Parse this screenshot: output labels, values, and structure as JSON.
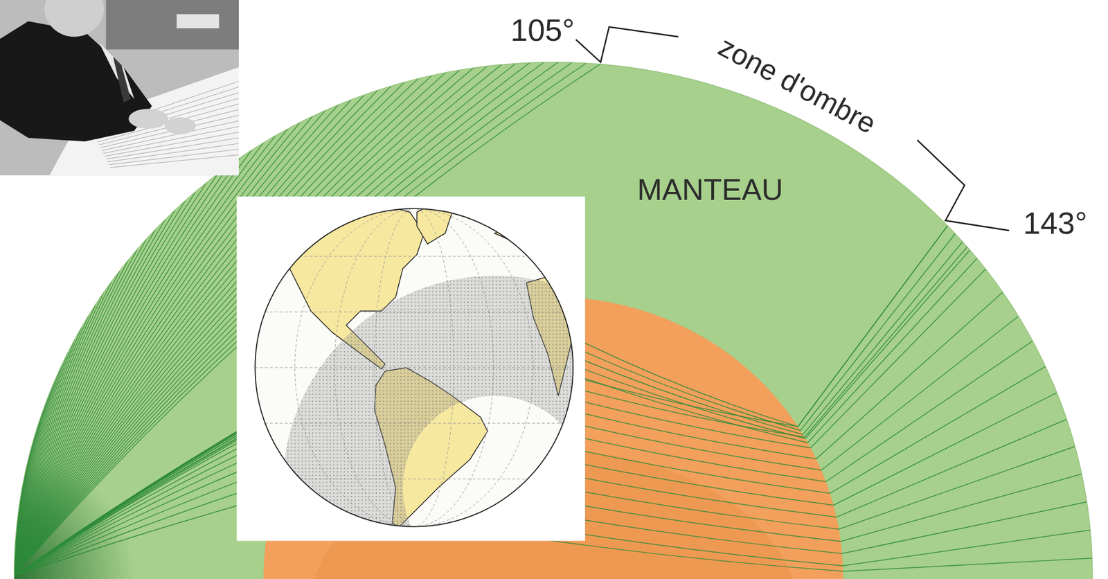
{
  "diagram": {
    "labels": [
      "105°",
      "zone d'ombre",
      "MANTEAU",
      "143°"
    ]
  }
}
